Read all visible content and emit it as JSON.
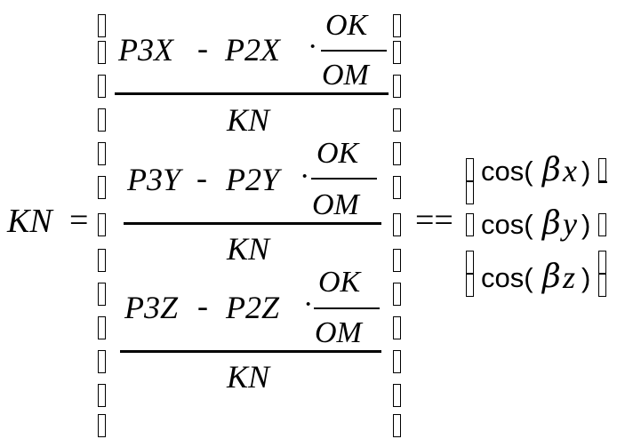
{
  "lhs": "KN",
  "eq_sign": "=",
  "rows": [
    {
      "num_a": "P3X",
      "minus": "-",
      "num_b": "P2X",
      "dot": "·",
      "frac_num": "OK",
      "frac_den": "OM",
      "den": "KN"
    },
    {
      "num_a": "P3Y",
      "minus": "-",
      "num_b": "P2Y",
      "dot": "·",
      "frac_num": "OK",
      "frac_den": "OM",
      "den": "KN"
    },
    {
      "num_a": "P3Z",
      "minus": "-",
      "num_b": "P2Z",
      "dot": "·",
      "frac_num": "OK",
      "frac_den": "OM",
      "den": "KN"
    }
  ],
  "double_eq": "==",
  "result": [
    {
      "fn": "cos(",
      "sym": "β",
      "var": "x",
      "close": ")"
    },
    {
      "fn": "cos(",
      "sym": "β",
      "var": "y",
      "close": ")"
    },
    {
      "fn": "cos(",
      "sym": "β",
      "var": "z",
      "close": ")"
    }
  ]
}
